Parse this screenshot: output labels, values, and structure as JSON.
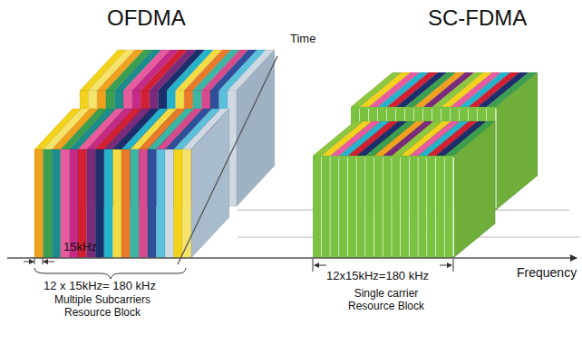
{
  "diagram": {
    "labels": [
      "OFDMA",
      "SC-FDMA",
      "Time",
      "15kHz",
      "12 x 15kHz= 180 kHz",
      "Multiple Subcarriers Resource Block",
      "12x15kHz=180 kHz",
      "Frequency",
      "Single carrier Resource Block"
    ]
  }
}
